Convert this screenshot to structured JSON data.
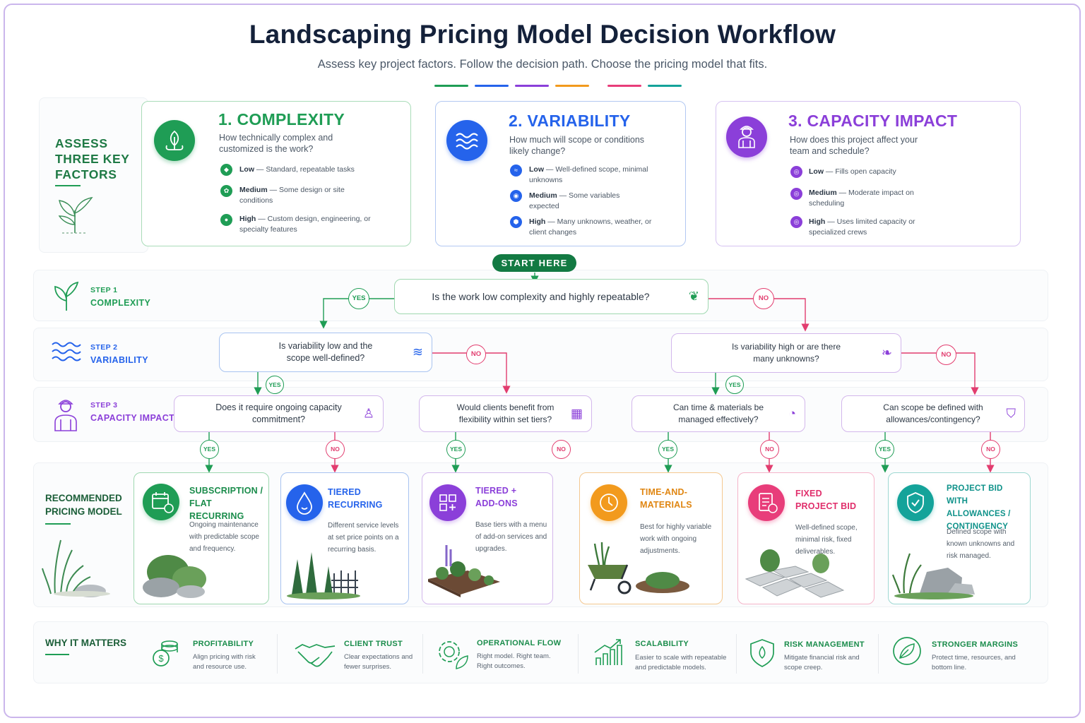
{
  "title": "Landscaping Pricing Model Decision Workflow",
  "subtitle": "Assess key project factors. Follow the decision path. Choose the pricing model that fits.",
  "accents": [
    "#1f9d55",
    "#2563eb",
    "#8b3fd9",
    "#f29a1d",
    "#e83d7a",
    "#14a39a"
  ],
  "assess": {
    "label_lines": [
      "ASSESS",
      "THREE KEY",
      "FACTORS"
    ],
    "icon": "sprout-icon"
  },
  "factors": [
    {
      "title": "1. COMPLEXITY",
      "question": "How technically complex and customized is the work?",
      "color": "#1f9d55",
      "icon": "plant-in-bed-icon",
      "levels": [
        {
          "name": "Low",
          "text": " — Standard, repeatable tasks"
        },
        {
          "name": "Medium",
          "text": " — Some design or site conditions"
        },
        {
          "name": "High",
          "text": " — Custom design, engineering, or specialty features"
        }
      ]
    },
    {
      "title": "2. VARIABILITY",
      "question": "How much will scope or conditions likely change?",
      "color": "#2563eb",
      "icon": "waves-icon",
      "levels": [
        {
          "name": "Low",
          "text": " — Well-defined scope, minimal unknowns"
        },
        {
          "name": "Medium",
          "text": " — Some variables expected"
        },
        {
          "name": "High",
          "text": " — Many unknowns, weather, or client changes"
        }
      ]
    },
    {
      "title": "3. CAPACITY IMPACT",
      "question": "How does this project affect your team and schedule?",
      "color": "#8b3fd9",
      "icon": "worker-icon",
      "levels": [
        {
          "name": "Low",
          "text": " — Fills open capacity"
        },
        {
          "name": "Medium",
          "text": " — Moderate impact on scheduling"
        },
        {
          "name": "High",
          "text": " — Uses limited capacity or specialized crews"
        }
      ]
    }
  ],
  "start_label": "START HERE",
  "steps": [
    {
      "step": "STEP 1",
      "name": "COMPLEXITY",
      "color": "#1f9d55"
    },
    {
      "step": "STEP 2",
      "name": "VARIABILITY",
      "color": "#2563eb"
    },
    {
      "step": "STEP 3",
      "name": "CAPACITY IMPACT",
      "color": "#8b3fd9"
    }
  ],
  "questions": {
    "q1": "Is the work low complexity and highly repeatable?",
    "q2a": "Is variability low and the scope well-defined?",
    "q2b": "Is variability high or are there many unknowns?",
    "q3a": "Does it require ongoing capacity commitment?",
    "q3b": "Would clients benefit from flexibility within set tiers?",
    "q3c": "Can time & materials be managed effectively?",
    "q3d": "Can scope be defined with allowances/contingency?"
  },
  "answers": {
    "yes": "YES",
    "no": "NO"
  },
  "recommended_label": [
    "RECOMMENDED",
    "PRICING MODEL"
  ],
  "results": [
    {
      "title": "SUBSCRIPTION / FLAT RECURRING",
      "desc": "Ongoing maintenance with predictable scope and frequency.",
      "color": "#1f9d55",
      "icon": "calendar-repeat-icon"
    },
    {
      "title": "TIERED RECURRING",
      "desc": "Different service levels at set price points on a recurring basis.",
      "color": "#2563eb",
      "icon": "drop-icon"
    },
    {
      "title": "TIERED + ADD-ONS",
      "desc": "Base tiers with a menu of add-on services and upgrades.",
      "color": "#8b3fd9",
      "icon": "grid-plus-icon"
    },
    {
      "title": "TIME-AND-MATERIALS",
      "desc": "Best for highly variable work with ongoing adjustments.",
      "color": "#f29a1d",
      "icon": "clock-icon"
    },
    {
      "title": "FIXED PROJECT BID",
      "desc": "Well-defined scope, minimal risk, fixed deliverables.",
      "color": "#e83d7a",
      "icon": "invoice-icon"
    },
    {
      "title": "PROJECT BID WITH ALLOWANCES / CONTINGENCY",
      "desc": "Defined scope with known unknowns and risk managed.",
      "color": "#14a39a",
      "icon": "shield-check-icon"
    }
  ],
  "why": {
    "label": "WHY IT MATTERS",
    "items": [
      {
        "title": "PROFITABILITY",
        "desc": "Align pricing with risk and resource use.",
        "color": "#1f9d55",
        "icon": "coins-icon"
      },
      {
        "title": "CLIENT TRUST",
        "desc": "Clear expectations and fewer surprises.",
        "color": "#1f9d55",
        "icon": "handshake-icon"
      },
      {
        "title": "OPERATIONAL FLOW",
        "desc": "Right model. Right team. Right outcomes.",
        "color": "#1f9d55",
        "icon": "gear-leaf-icon"
      },
      {
        "title": "SCALABILITY",
        "desc": "Easier to scale with repeatable and predictable models.",
        "color": "#1f9d55",
        "icon": "growth-chart-icon"
      },
      {
        "title": "RISK MANAGEMENT",
        "desc": "Mitigate financial risk and scope creep.",
        "color": "#1f9d55",
        "icon": "shield-icon"
      },
      {
        "title": "STRONGER MARGINS",
        "desc": "Protect time, resources, and bottom line.",
        "color": "#1f9d55",
        "icon": "leaf-circle-icon"
      }
    ]
  }
}
